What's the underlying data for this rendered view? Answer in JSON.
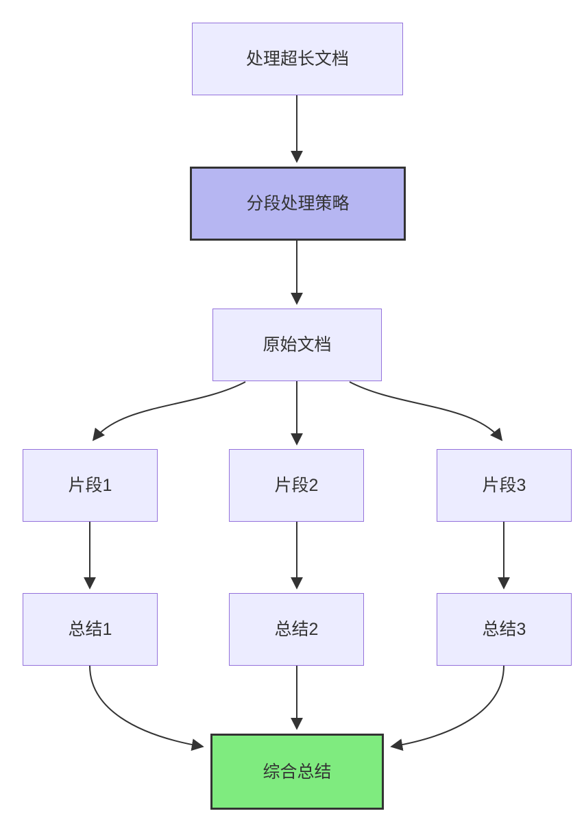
{
  "diagram": {
    "type": "flowchart",
    "direction": "top-down",
    "nodes": {
      "start": {
        "label": "处理超长文档"
      },
      "strategy": {
        "label": "分段处理策略"
      },
      "doc": {
        "label": "原始文档"
      },
      "frag1": {
        "label": "片段1"
      },
      "frag2": {
        "label": "片段2"
      },
      "frag3": {
        "label": "片段3"
      },
      "sum1": {
        "label": "总结1"
      },
      "sum2": {
        "label": "总结2"
      },
      "sum3": {
        "label": "总结3"
      },
      "final": {
        "label": "综合总结"
      }
    },
    "edges": [
      {
        "from": "start",
        "to": "strategy"
      },
      {
        "from": "strategy",
        "to": "doc"
      },
      {
        "from": "doc",
        "to": "frag1"
      },
      {
        "from": "doc",
        "to": "frag2"
      },
      {
        "from": "doc",
        "to": "frag3"
      },
      {
        "from": "frag1",
        "to": "sum1"
      },
      {
        "from": "frag2",
        "to": "sum2"
      },
      {
        "from": "frag3",
        "to": "sum3"
      },
      {
        "from": "sum1",
        "to": "final"
      },
      {
        "from": "sum2",
        "to": "final"
      },
      {
        "from": "sum3",
        "to": "final"
      }
    ],
    "colors": {
      "node_fill": "#ECECFF",
      "node_border": "#9370DB",
      "strategy_fill": "#B6B6F2",
      "strategy_border": "#333333",
      "final_fill": "#7FEB7F",
      "final_border": "#333333",
      "edge_color": "#333333",
      "text_color": "#333333"
    }
  }
}
